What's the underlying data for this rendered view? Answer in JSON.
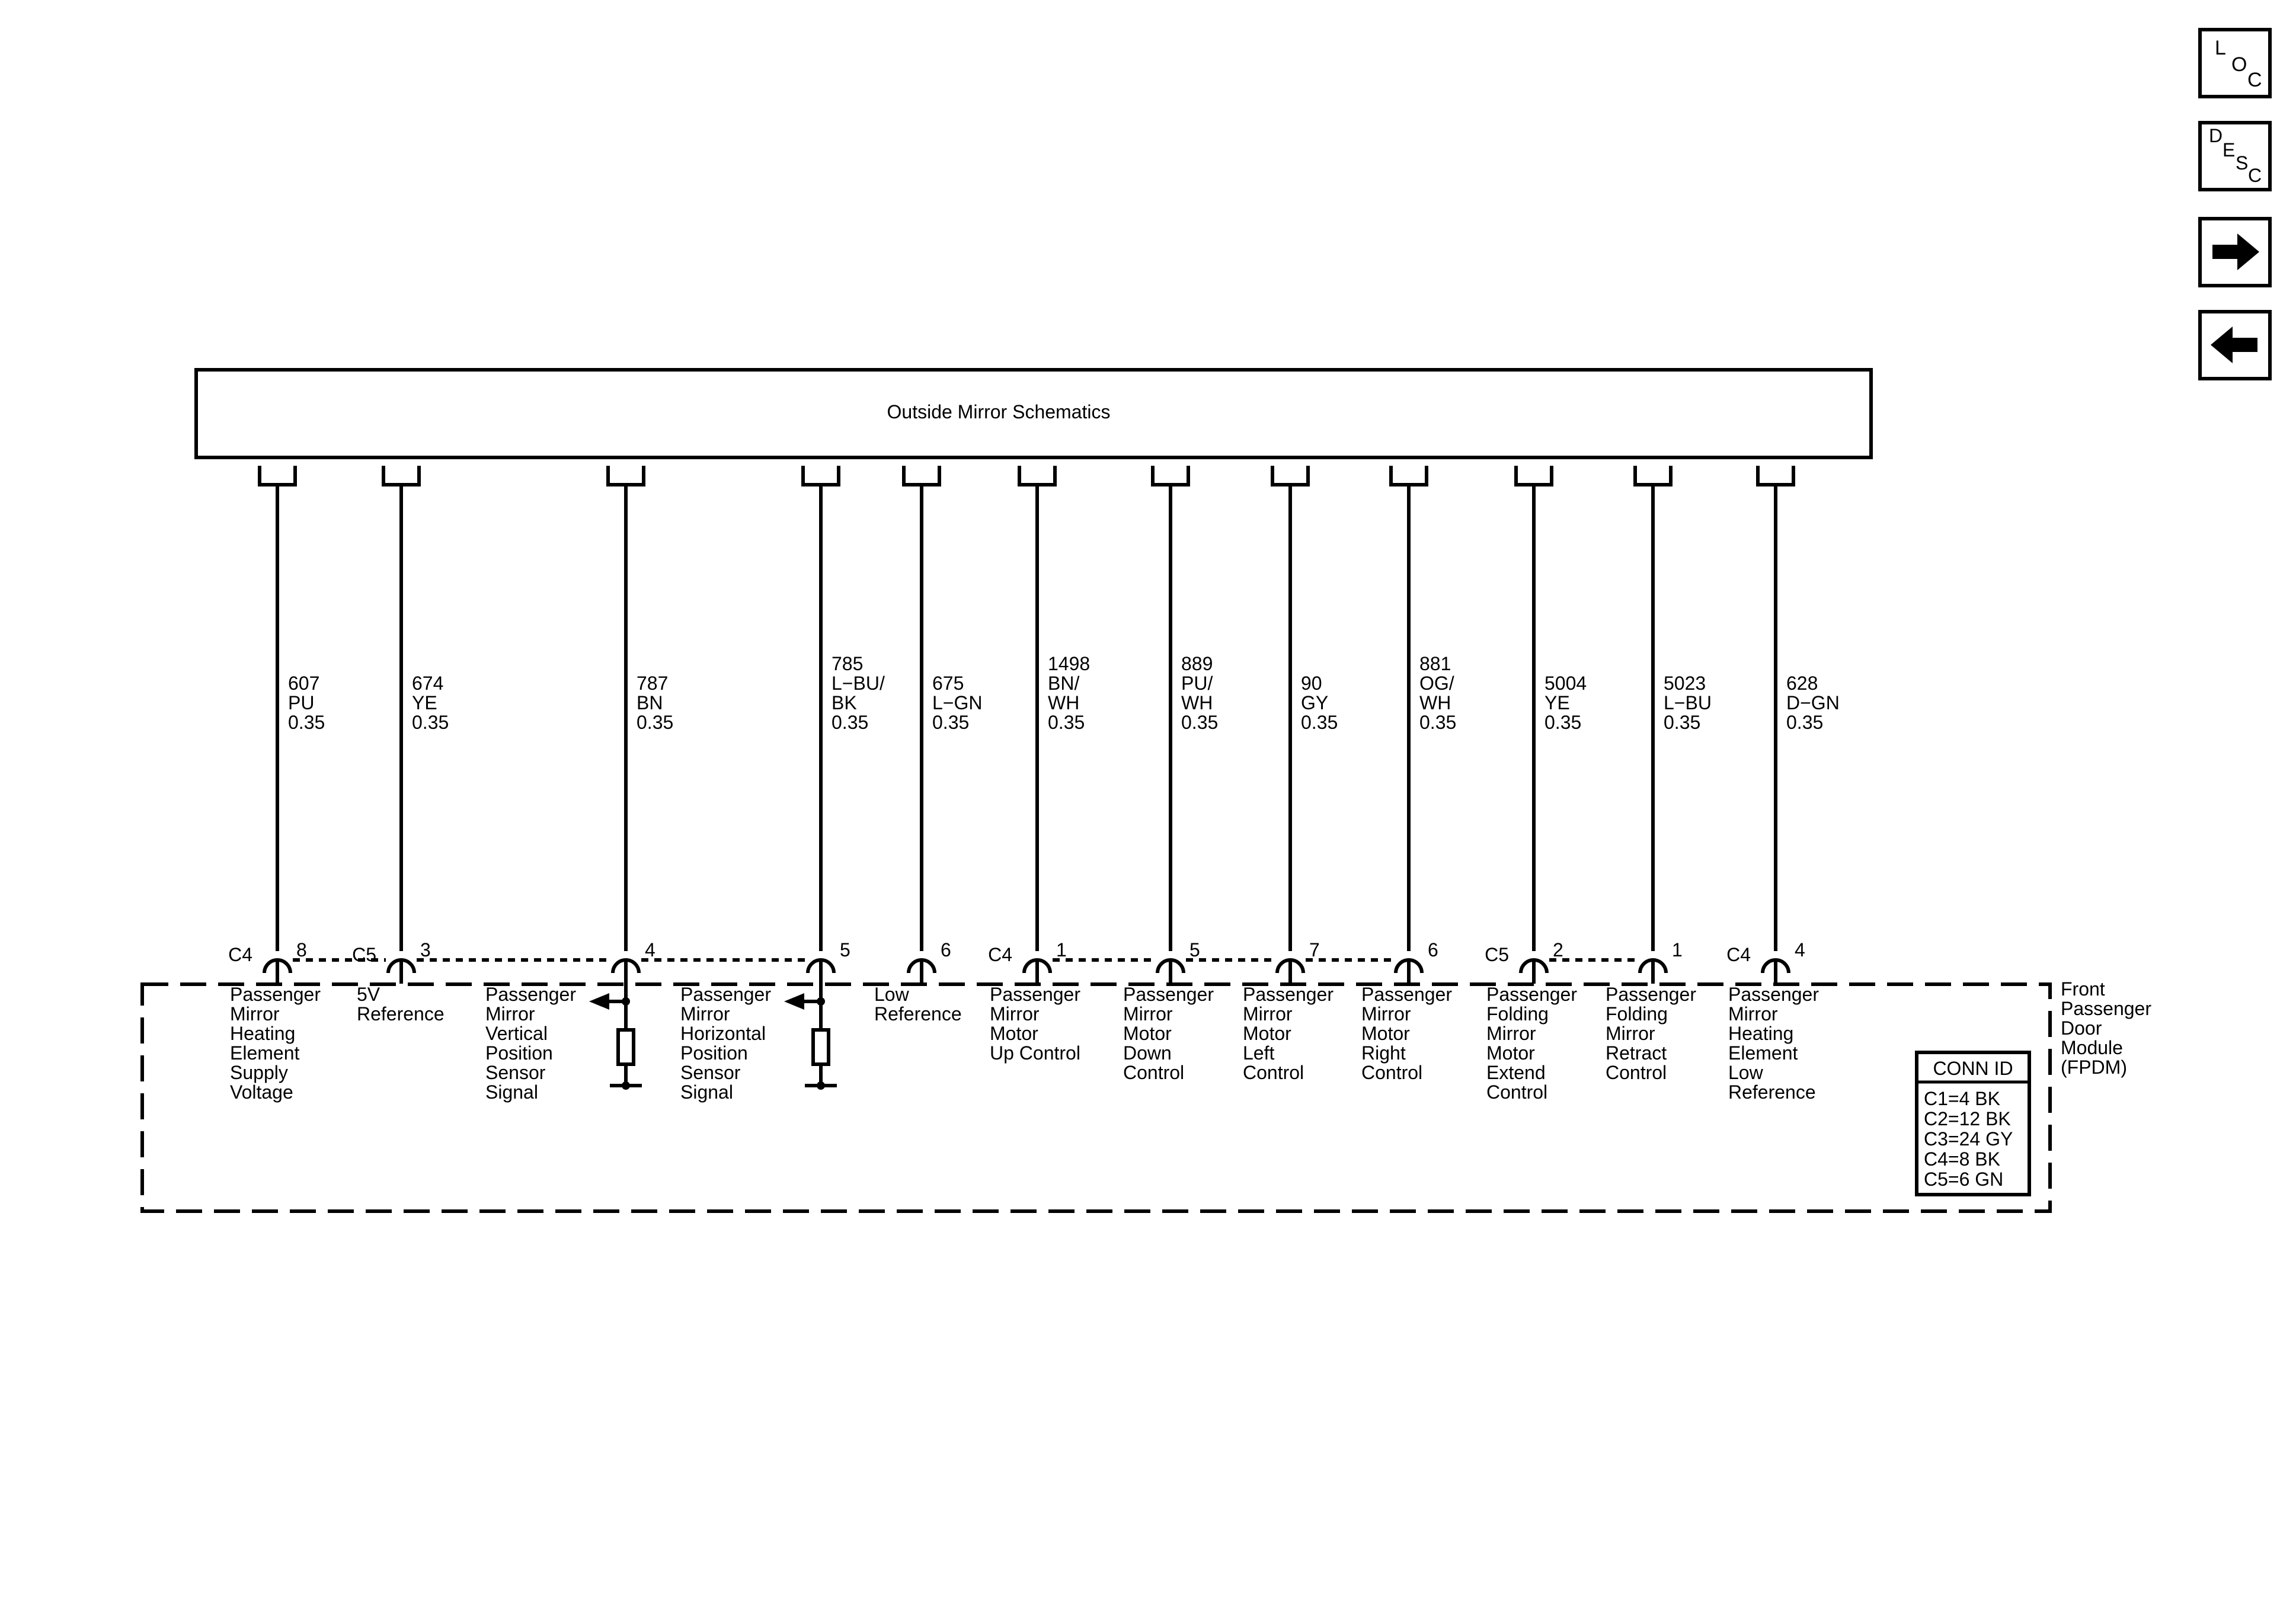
{
  "header": {
    "title": "Outside Mirror Schematics"
  },
  "nav": [
    {
      "name": "loc-button",
      "letters": [
        "L",
        "O",
        "C"
      ]
    },
    {
      "name": "desc-button",
      "letters": [
        "D",
        "E",
        "S",
        "C"
      ]
    },
    {
      "name": "next-page-button",
      "icon": "right-arrow-icon"
    },
    {
      "name": "prev-page-button",
      "icon": "left-arrow-icon"
    }
  ],
  "module": {
    "name_lines": [
      "Front",
      "Passenger",
      "Door",
      "Module",
      "(FPDM)"
    ]
  },
  "conn_id": {
    "title": "CONN ID",
    "rows": [
      "C1=4 BK",
      "C2=12 BK",
      "C3=24 GY",
      "C4=8 BK",
      "C5=6 GN"
    ]
  },
  "circuits": [
    {
      "wire": [
        "607",
        "PU",
        "0.35"
      ],
      "connector": "C4",
      "pin": "8",
      "label": [
        "Passenger",
        "Mirror",
        "Heating",
        "Element",
        "Supply",
        "Voltage"
      ]
    },
    {
      "wire": [
        "674",
        "YE",
        "0.35"
      ],
      "connector": "C5",
      "pin": "3",
      "label": [
        "5V",
        "Reference"
      ]
    },
    {
      "wire": [
        "787",
        "BN",
        "0.35"
      ],
      "connector": "",
      "pin": "4",
      "label": [
        "Passenger",
        "Mirror",
        "Vertical",
        "Position",
        "Sensor",
        "Signal"
      ],
      "sensor": true
    },
    {
      "wire": [
        "785",
        "L−BU/",
        "BK",
        "0.35"
      ],
      "connector": "",
      "pin": "5",
      "label": [
        "Passenger",
        "Mirror",
        "Horizontal",
        "Position",
        "Sensor",
        "Signal"
      ],
      "sensor": true
    },
    {
      "wire": [
        "675",
        "L−GN",
        "0.35"
      ],
      "connector": "",
      "pin": "6",
      "label": [
        "Low",
        "Reference"
      ]
    },
    {
      "wire": [
        "1498",
        "BN/",
        "WH",
        "0.35"
      ],
      "connector": "C4",
      "pin": "1",
      "label": [
        "Passenger",
        "Mirror",
        "Motor",
        "Up Control"
      ]
    },
    {
      "wire": [
        "889",
        "PU/",
        "WH",
        "0.35"
      ],
      "connector": "",
      "pin": "5",
      "label": [
        "Passenger",
        "Mirror",
        "Motor",
        "Down",
        "Control"
      ]
    },
    {
      "wire": [
        "90",
        "GY",
        "0.35"
      ],
      "connector": "",
      "pin": "7",
      "label": [
        "Passenger",
        "Mirror",
        "Motor",
        "Left",
        "Control"
      ]
    },
    {
      "wire": [
        "881",
        "OG/",
        "WH",
        "0.35"
      ],
      "connector": "",
      "pin": "6",
      "label": [
        "Passenger",
        "Mirror",
        "Motor",
        "Right",
        "Control"
      ]
    },
    {
      "wire": [
        "5004",
        "YE",
        "0.35"
      ],
      "connector": "C5",
      "pin": "2",
      "label": [
        "Passenger",
        "Folding",
        "Mirror",
        "Motor",
        "Extend",
        "Control"
      ]
    },
    {
      "wire": [
        "5023",
        "L−BU",
        "0.35"
      ],
      "connector": "",
      "pin": "1",
      "label": [
        "Passenger",
        "Folding",
        "Mirror",
        "Retract",
        "Control"
      ]
    },
    {
      "wire": [
        "628",
        "D−GN",
        "0.35"
      ],
      "connector": "C4",
      "pin": "4",
      "label": [
        "Passenger",
        "Mirror",
        "Heating",
        "Element",
        "Low",
        "Reference"
      ]
    }
  ]
}
